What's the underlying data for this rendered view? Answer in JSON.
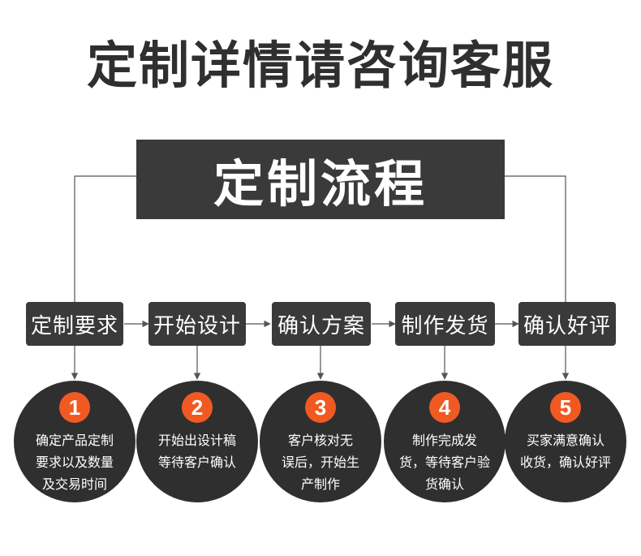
{
  "headline": "定制详情请咨询客服",
  "title": "定制流程",
  "steps": [
    {
      "label": "定制要求",
      "number": "1",
      "lines": [
        "确定产品定制",
        "要求以及数量",
        "及交易时间"
      ]
    },
    {
      "label": "开始设计",
      "number": "2",
      "lines": [
        "开始出设计稿",
        "等待客户确认"
      ]
    },
    {
      "label": "确认方案",
      "number": "3",
      "lines": [
        "客户核对无",
        "误后，开始生",
        "产制作"
      ]
    },
    {
      "label": "制作发货",
      "number": "4",
      "lines": [
        "制作完成发",
        "货，等待客户验",
        "货确认"
      ]
    },
    {
      "label": "确认好评",
      "number": "5",
      "lines": [
        "买家满意确认",
        "收货，确认好评"
      ]
    }
  ],
  "colors": {
    "box": "#3a3a3a",
    "circle": "#2f2f2f",
    "accent": "#f05a22",
    "line": "#555555"
  }
}
